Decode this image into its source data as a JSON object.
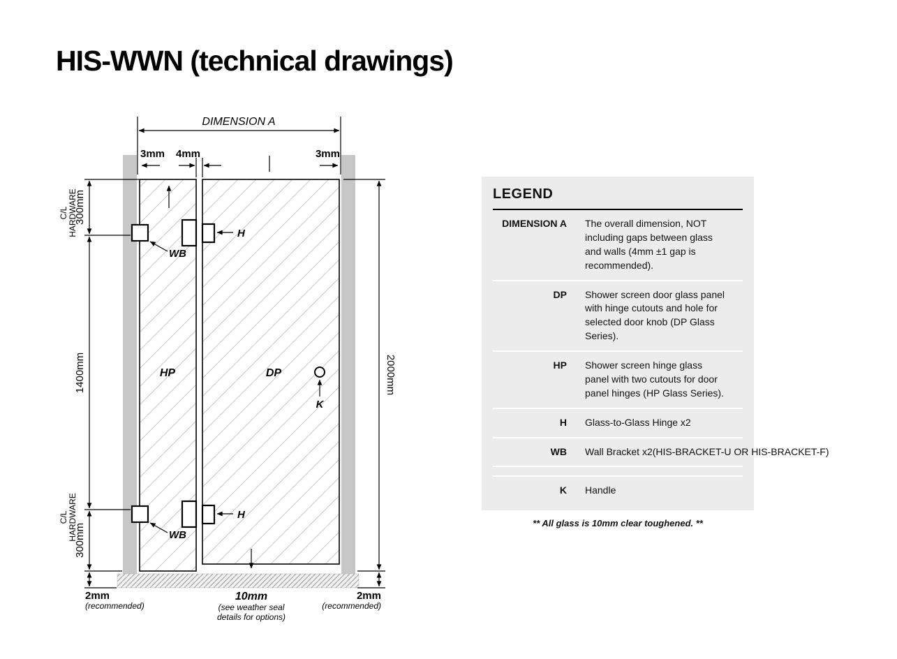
{
  "page_title": "HIS-WWN (technical drawings)",
  "drawing": {
    "dimension_a": "DIMENSION A",
    "gap_left": "3mm",
    "gap_mid": "4mm",
    "gap_right": "3mm",
    "side_top": "300mm",
    "side_mid": "1400mm",
    "side_bottom": "300mm",
    "height": "2000mm",
    "cl_line1": "C/L",
    "cl_line2": "HARDWARE",
    "hp": "HP",
    "dp": "DP",
    "h": "H",
    "wb": "WB",
    "k": "K",
    "floor_gap": "2mm",
    "floor_gap_note": "(recommended)",
    "seal_gap": "10mm",
    "seal_note1": "(see weather seal",
    "seal_note2": "details for options)",
    "colors": {
      "wall": "#c7c7c7",
      "legend_bg": "#ececec",
      "line": "#000000"
    }
  },
  "legend": {
    "title": "LEGEND",
    "items": [
      {
        "term": "DIMENSION A",
        "description": "The overall dimension, NOT including gaps between glass and walls (4mm ±1 gap is recommended)."
      },
      {
        "term": "DP",
        "description": "Shower screen door glass panel with hinge cutouts and hole for selected door knob (DP Glass Series)."
      },
      {
        "term": "HP",
        "description": "Shower screen hinge glass panel with two cutouts for door panel hinges (HP Glass Series)."
      },
      {
        "term": "H",
        "description": "Glass-to-Glass Hinge x2"
      },
      {
        "term": "WB",
        "description": "Wall Bracket x2(HIS-BRACKET-U OR HIS-BRACKET-F)"
      },
      {
        "term": "K",
        "description": "Handle"
      }
    ],
    "footnote": "** All glass is 10mm clear toughened. **"
  }
}
